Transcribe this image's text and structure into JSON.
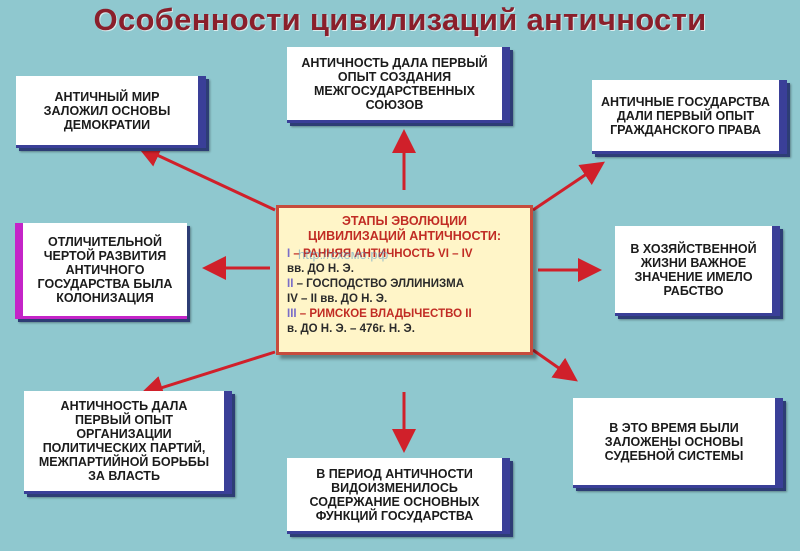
{
  "title": "Особенности цивилизаций  античности",
  "watermark": "http://схемо.рф",
  "center": {
    "heading_line1": "ЭТАПЫ ЭВОЛЮЦИИ",
    "heading_line2": "ЦИВИЛИЗАЦИЙ АНТИЧНОСТИ:",
    "stage1_num": "I",
    "stage1_text": "– РАННЯЯ АНТИЧНОСТЬ VI – IV",
    "stage1_text2": "вв. ДО Н. Э.",
    "stage2_num": "II",
    "stage2_text": "– ГОСПОДСТВО  ЭЛЛИНИЗМА",
    "stage2_text2": "IV – II вв. ДО Н. Э.",
    "stage3_num": "III",
    "stage3_text": "– РИМСКОЕ ВЛАДЫЧЕСТВО II",
    "stage3_text2": "в. ДО Н. Э. – 476г. Н. Э."
  },
  "boxes": {
    "democracy": "Античный мир заложил основы демократии",
    "unions": "Античность дала первый опыт создания межгосударственных союзов",
    "civil_law": "Античные государства дали первый опыт гражданского права",
    "colonization": "Отличительной чертой развития античного государства была колонизация",
    "slavery": "В хозяйственной жизни важное значение имело рабство",
    "parties": "Античность дала первый опыт организации политических партий, межпартийной борьбы за власть",
    "functions": "В период античности видоизменилось содержание основных функций государства",
    "judicial": "В это время были заложены основы судебной системы"
  },
  "colors": {
    "background": "#8fc8cf",
    "title": "#8a1f2b",
    "arrow": "#d0202a",
    "blue_border": "#3a3f98",
    "pink_border": "#c424c8",
    "center_fill": "#fff5c8"
  }
}
